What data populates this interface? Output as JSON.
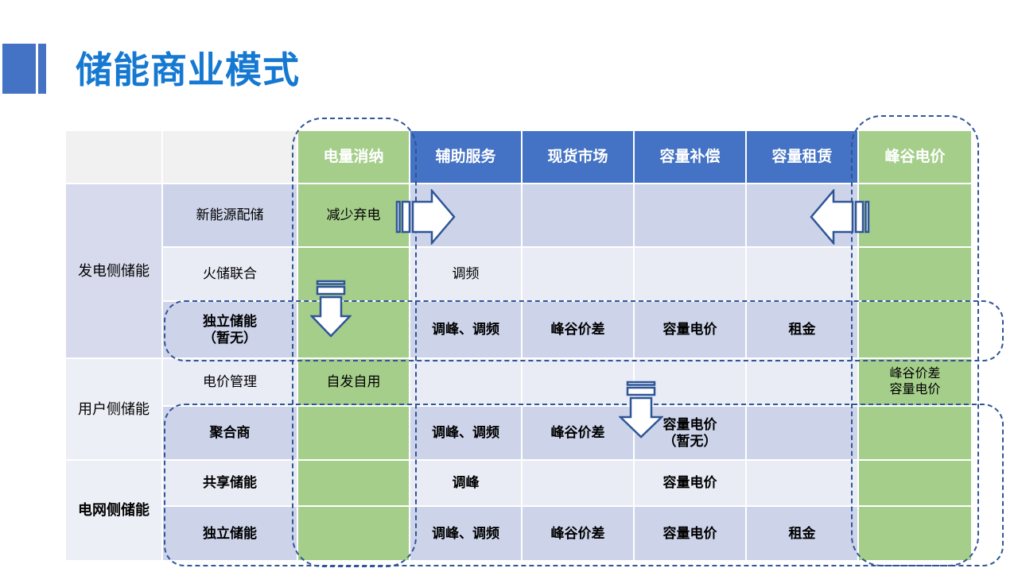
{
  "title": {
    "text": "储能商业模式"
  },
  "colors": {
    "accent_blue": "#4472C4",
    "title_blue": "#1578D1",
    "green": "#A5CE8B",
    "band_dark": "#CDD4EA",
    "band_light": "#E9EBF5",
    "group_dark": "#D6DAEC",
    "group_light": "#EDEFF6",
    "header_gray": "#F1F1F1",
    "dash_blue": "#2F5597"
  },
  "table": {
    "columns": [
      "",
      "",
      "电量消纳",
      "辅助服务",
      "现货市场",
      "容量补偿",
      "容量租赁",
      "峰谷电价"
    ],
    "groups": [
      {
        "label": "发电侧储能"
      },
      {
        "label": "用户侧储能"
      },
      {
        "label": "电网侧储能"
      }
    ],
    "rows": [
      {
        "label": "新能源配储",
        "values": [
          "减少弃电",
          "",
          "",
          "",
          "",
          ""
        ]
      },
      {
        "label": "火储联合",
        "values": [
          "",
          "调频",
          "",
          "",
          "",
          ""
        ]
      },
      {
        "label": "独立储能\n（暂无）",
        "values": [
          "",
          "调峰、调频",
          "峰谷价差",
          "容量电价",
          "租金",
          ""
        ]
      },
      {
        "label": "电价管理",
        "values": [
          "自发自用",
          "",
          "",
          "",
          "",
          "峰谷价差\n容量电价"
        ]
      },
      {
        "label": "聚合商",
        "values": [
          "",
          "调峰、调频",
          "峰谷价差",
          "容量电价\n（暂无）",
          "",
          ""
        ]
      },
      {
        "label": "共享储能",
        "values": [
          "",
          "调峰",
          "",
          "容量电价",
          "",
          ""
        ]
      },
      {
        "label": "独立储能",
        "values": [
          "",
          "调峰、调频",
          "峰谷价差",
          "容量电价",
          "租金",
          ""
        ]
      }
    ]
  },
  "icons": [
    {
      "name": "striped-right-arrow-icon",
      "meaning": "flow from 电量消纳 to 辅助服务"
    },
    {
      "name": "striped-left-arrow-icon",
      "meaning": "flow from 峰谷电价 to 容量租赁"
    },
    {
      "name": "striped-down-arrow-icon-1",
      "meaning": "flow down 电量消纳 column"
    },
    {
      "name": "striped-down-arrow-icon-2",
      "meaning": "flow down between 现货市场 and 容量补偿"
    }
  ]
}
